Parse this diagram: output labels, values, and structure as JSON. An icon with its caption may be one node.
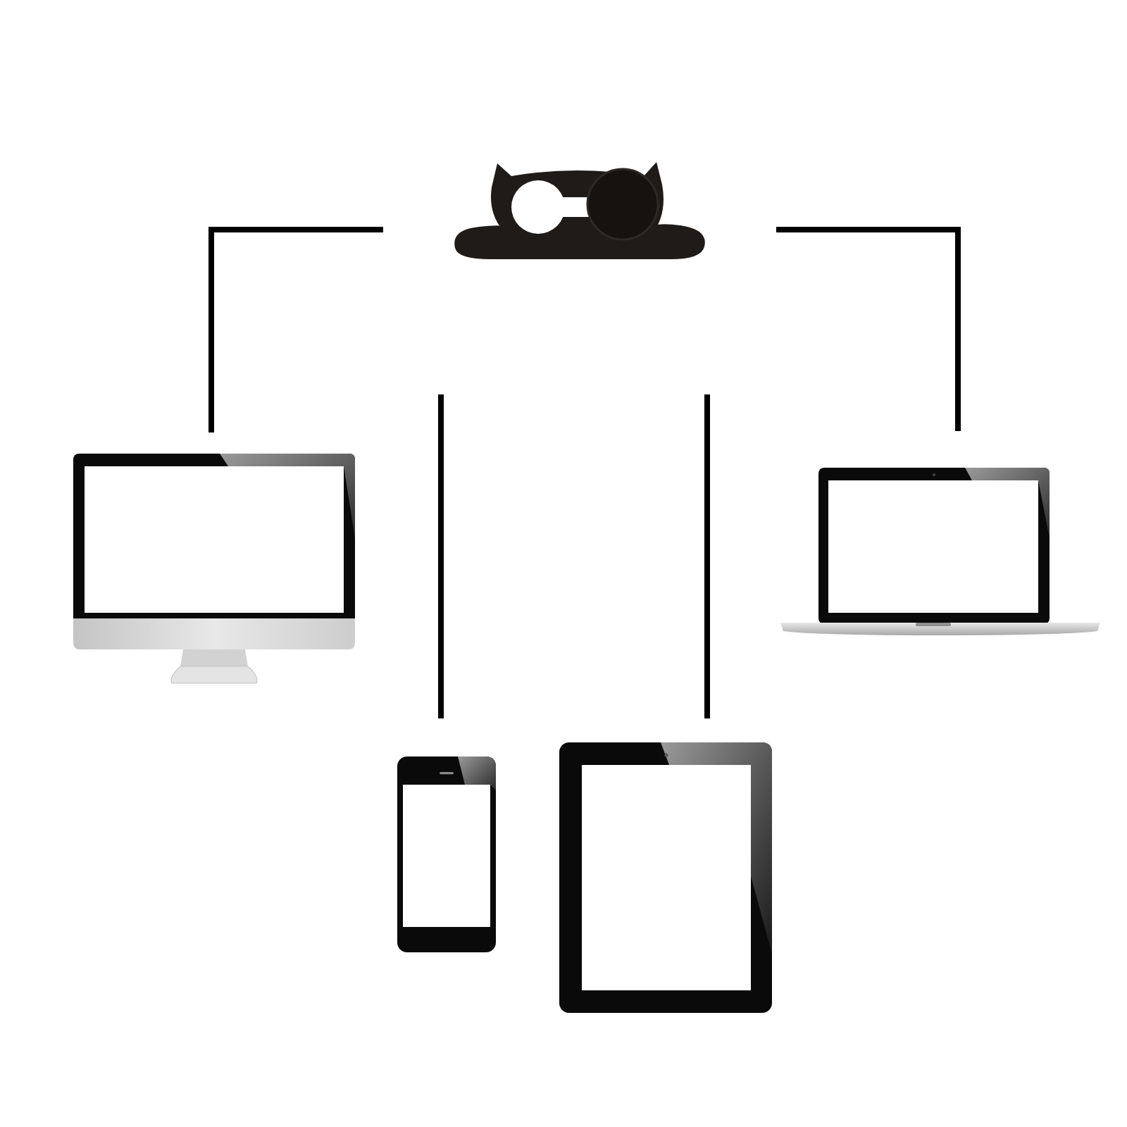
{
  "diagram": {
    "nodes": [
      {
        "text": [],
        "shape": "picture"
      },
      {
        "text": [],
        "shape": "picture"
      },
      {
        "text": [],
        "shape": "picture"
      },
      {
        "text": [],
        "shape": "picture"
      },
      {
        "text": [],
        "shape": "picture"
      }
    ],
    "edges": [
      {
        "from": 0,
        "to": 1,
        "arrow": "none"
      },
      {
        "from": 0,
        "to": 2,
        "arrow": "none"
      },
      {
        "from": null,
        "to": 3,
        "arrow": "none"
      },
      {
        "from": null,
        "to": 4,
        "arrow": "none"
      }
    ]
  }
}
